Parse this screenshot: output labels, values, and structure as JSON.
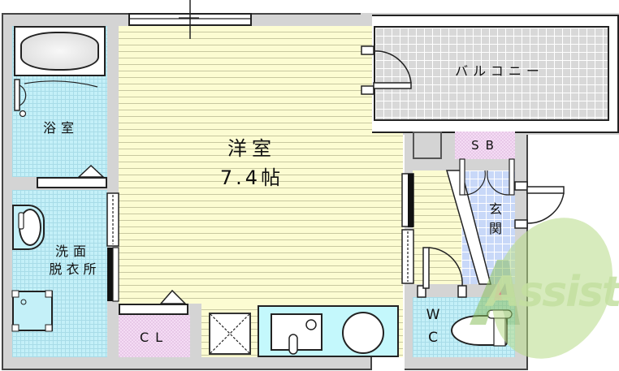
{
  "floorplan": {
    "type": "1K apartment floor plan",
    "rooms": {
      "western_room": {
        "name": "洋室",
        "size": "7.4帖"
      },
      "bathroom": {
        "name": "浴室"
      },
      "washroom": {
        "line1": "洗面",
        "line2": "脱衣所"
      },
      "closet": {
        "name": "CL"
      },
      "balcony": {
        "name": "バルコニー"
      },
      "shoe_box": {
        "name": "SB"
      },
      "entrance": {
        "line1": "玄",
        "line2": "関"
      },
      "toilet": {
        "line1": "W",
        "line2": "C"
      }
    },
    "watermark": {
      "text": "Assist",
      "color": "#a8d070"
    },
    "colors": {
      "wall": "#d4d4d4",
      "western_room_floor": "#fcfcd2",
      "wet_area_tile": "#c4f0f8",
      "entrance_tile": "#c8d8f8",
      "balcony_tile": "#d8d8d8",
      "storage": "#f4dcf4"
    }
  }
}
